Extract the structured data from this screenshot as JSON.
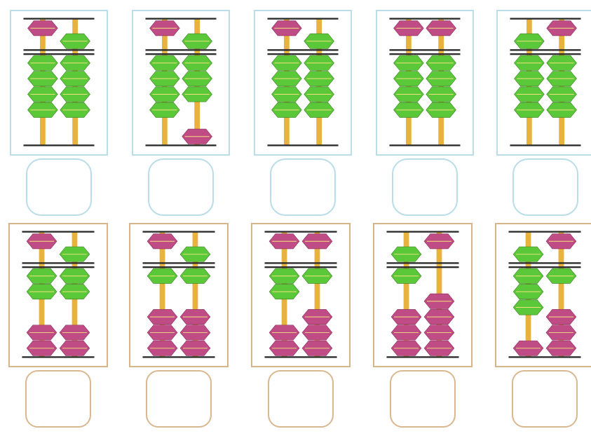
{
  "colors": {
    "upper_bead": "#c04c86",
    "lower_bead_counted": "#5bc83a",
    "lower_bead_resting": "#c04c86",
    "rod": "#e7b23d",
    "bar": "#2b2b2b",
    "row_1_frame": "#b9dde9",
    "row_2_frame": "#d6b58a"
  },
  "rows": [
    {
      "abaci": [
        {
          "rods": [
            {
              "upper_active": false,
              "lower_active": 4
            },
            {
              "upper_active": true,
              "lower_active": 4
            }
          ],
          "answer": ""
        },
        {
          "rods": [
            {
              "upper_active": false,
              "lower_active": 4
            },
            {
              "upper_active": true,
              "lower_active": 3
            }
          ],
          "answer": ""
        },
        {
          "rods": [
            {
              "upper_active": false,
              "lower_active": 4
            },
            {
              "upper_active": true,
              "lower_active": 4
            }
          ],
          "answer": ""
        },
        {
          "rods": [
            {
              "upper_active": false,
              "lower_active": 4
            },
            {
              "upper_active": false,
              "lower_active": 4
            }
          ],
          "answer": ""
        },
        {
          "rods": [
            {
              "upper_active": true,
              "lower_active": 4
            },
            {
              "upper_active": false,
              "lower_active": 4
            }
          ],
          "answer": ""
        }
      ]
    },
    {
      "abaci": [
        {
          "rods": [
            {
              "upper_active": false,
              "lower_active": 2
            },
            {
              "upper_active": true,
              "lower_active": 2
            }
          ],
          "answer": ""
        },
        {
          "rods": [
            {
              "upper_active": false,
              "lower_active": 1
            },
            {
              "upper_active": true,
              "lower_active": 1
            }
          ],
          "answer": ""
        },
        {
          "rods": [
            {
              "upper_active": false,
              "lower_active": 2
            },
            {
              "upper_active": false,
              "lower_active": 1
            }
          ],
          "answer": ""
        },
        {
          "rods": [
            {
              "upper_active": true,
              "lower_active": 1
            },
            {
              "upper_active": false,
              "lower_active": 0
            }
          ],
          "answer": ""
        },
        {
          "rods": [
            {
              "upper_active": true,
              "lower_active": 3
            },
            {
              "upper_active": false,
              "lower_active": 1
            }
          ],
          "answer": ""
        }
      ]
    }
  ]
}
